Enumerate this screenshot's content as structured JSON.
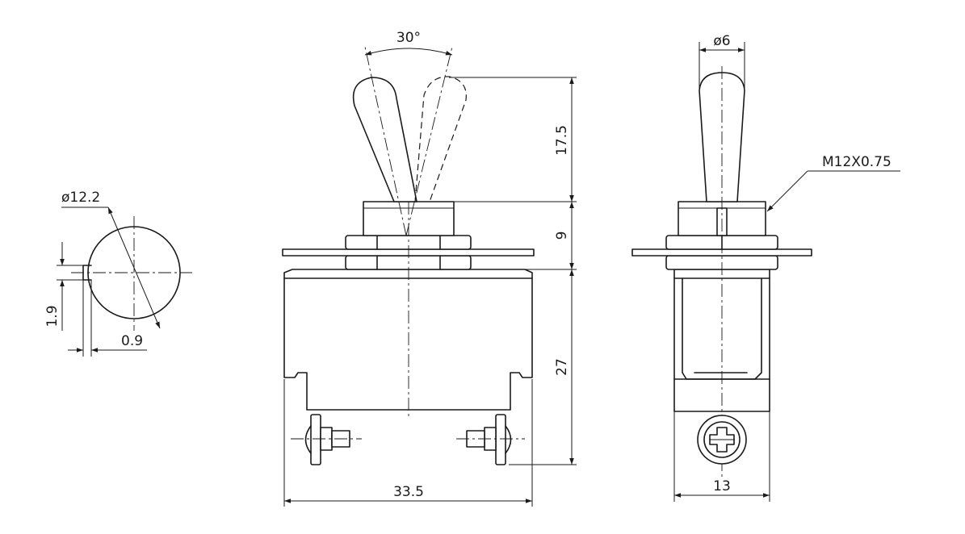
{
  "diagram": {
    "labels": {
      "angle": "30°",
      "handle_length": "17.5",
      "bushing_height": "9",
      "body_height": "27",
      "body_width": "33.5",
      "side_width": "13",
      "handle_diameter": "ø6",
      "thread": "M12X0.75",
      "hole_diameter": "ø12.2",
      "key_height": "1.9",
      "key_width": "0.9"
    }
  }
}
